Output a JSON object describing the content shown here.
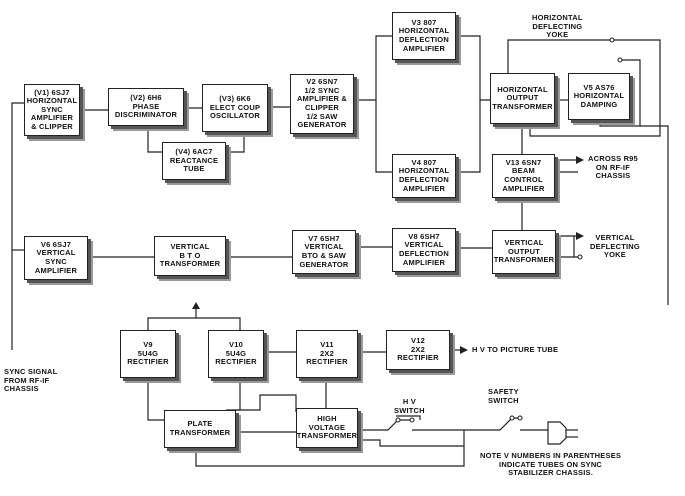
{
  "blocks": {
    "v1": [
      "(V1) 6SJ7",
      "HORIZONTAL",
      "SYNC",
      "AMPLIFIER",
      "& CLIPPER"
    ],
    "v2_phase": [
      "(V2) 6H6",
      "PHASE",
      "DISCRIMINATOR"
    ],
    "v3_osc": [
      "(V3) 6K6",
      "ELECT COUP",
      "OSCILLATOR"
    ],
    "v4_react": [
      "(V4) 6AC7",
      "REACTANCE",
      "TUBE"
    ],
    "v2_6sn7": [
      "V2 6SN7",
      "1/2 SYNC",
      "AMPLIFIER &",
      "CLIPPER",
      "1/2 SAW",
      "GENERATOR"
    ],
    "v3_807": [
      "V3 807",
      "HORIZONTAL",
      "DEFLECTION",
      "AMPLIFIER"
    ],
    "v4_807": [
      "V4 807",
      "HORIZONTAL",
      "DEFLECTION",
      "AMPLIFIER"
    ],
    "horiz_out": [
      "HORIZONTAL",
      "OUTPUT",
      "TRANSFORMER"
    ],
    "v5": [
      "V5 AS76",
      "HORIZONTAL",
      "DAMPING"
    ],
    "v13": [
      "V13 6SN7",
      "BEAM",
      "CONTROL",
      "AMPLIFIER"
    ],
    "v6": [
      "V6 6SJ7",
      "VERTICAL",
      "SYNC",
      "AMPLIFIER"
    ],
    "vert_bto": [
      "VERTICAL",
      "B T O",
      "TRANSFORMER"
    ],
    "v7": [
      "V7 6SH7",
      "VERTICAL",
      "BTO & SAW",
      "GENERATOR"
    ],
    "v8": [
      "V8 6SH7",
      "VERTICAL",
      "DEFLECTION",
      "AMPLIFIER"
    ],
    "vert_out": [
      "VERTICAL",
      "OUTPUT",
      "TRANSFORMER"
    ],
    "v9": [
      "V9",
      "5U4G",
      "RECTIFIER"
    ],
    "v10": [
      "V10",
      "5U4G",
      "RECTIFIER"
    ],
    "v11": [
      "V11",
      "2X2",
      "RECTIFIER"
    ],
    "v12": [
      "V12",
      "2X2",
      "RECTIFIER"
    ],
    "plate": [
      "PLATE",
      "TRANSFORMER"
    ],
    "hv_trans": [
      "HIGH",
      "VOLTAGE",
      "TRANSFORMER"
    ]
  },
  "labels": {
    "horiz_yoke": [
      "HORIZONTAL",
      "DEFLECTING",
      "YOKE"
    ],
    "across_r95": [
      "ACROSS R95",
      "ON RF-IF",
      "CHASSIS"
    ],
    "vert_yoke": [
      "VERTICAL",
      "DEFLECTING",
      "YOKE"
    ],
    "hv_picture": [
      "H V TO PICTURE TUBE"
    ],
    "sync_signal": [
      "SYNC SIGNAL",
      "FROM RF-IF",
      "CHASSIS"
    ],
    "hv_switch": [
      "H V",
      "SWITCH"
    ],
    "safety_switch": [
      "SAFETY",
      "SWITCH"
    ],
    "note": [
      "NOTE V NUMBERS IN PARENTHESES",
      "INDICATE TUBES ON SYNC",
      "STABILIZER CHASSIS."
    ]
  }
}
